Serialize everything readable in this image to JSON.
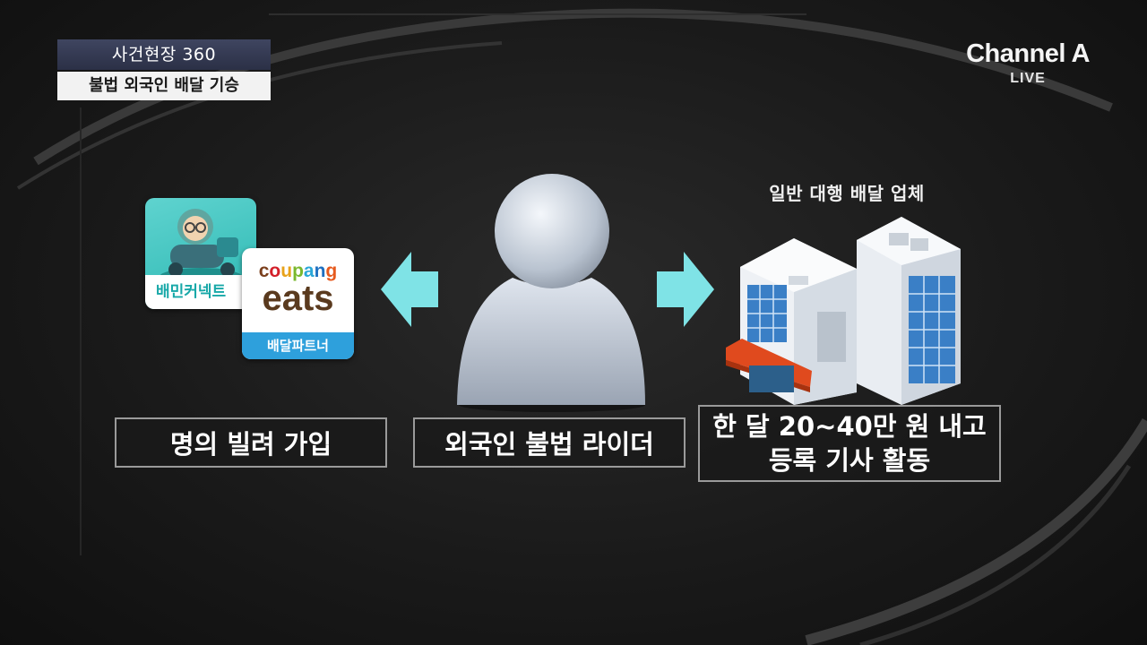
{
  "program": {
    "title": "사건현장 360",
    "subtitle": "불법 외국인 배달 기승"
  },
  "logo": {
    "name": "Channel A",
    "live": "LIVE"
  },
  "apps": {
    "baemin_label": "배민커넥트",
    "coupang_word": [
      "c",
      "o",
      "u",
      "p",
      "a",
      "n",
      "g"
    ],
    "coupang_eats": "eats",
    "coupang_label": "배달파트너"
  },
  "building": {
    "caption": "일반 대행 배달 업체"
  },
  "captions": {
    "left": "명의 빌려 가입",
    "center": "외국인 불법 라이더",
    "right_line1": "한 달 20~40만 원 내고",
    "right_line2": "등록 기사 활동"
  },
  "colors": {
    "arrow": "#7fe3e6",
    "baemin": "#2bb7b2",
    "coupang_brown": "#5a3a1e",
    "coupang_blue": "#2ea0dc",
    "awning": "#e04a1e"
  },
  "icons": [
    "arrow-left-icon",
    "arrow-right-icon",
    "person-icon",
    "building-icon"
  ]
}
